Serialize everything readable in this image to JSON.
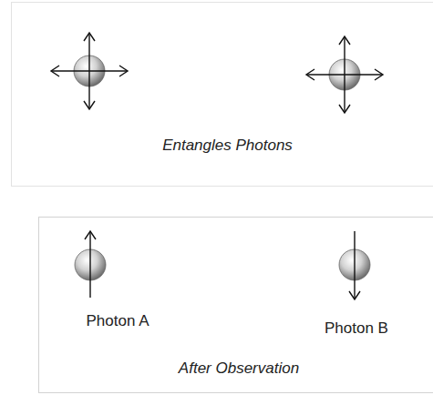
{
  "diagram": {
    "nodes": [
      {
        "text": [
          "Entangles Photons"
        ]
      },
      {
        "text": [
          "After Observation"
        ]
      },
      {
        "text": [
          "Photon A"
        ],
        "in": 1
      },
      {
        "text": [
          "Photon B"
        ],
        "in": 1
      }
    ]
  }
}
